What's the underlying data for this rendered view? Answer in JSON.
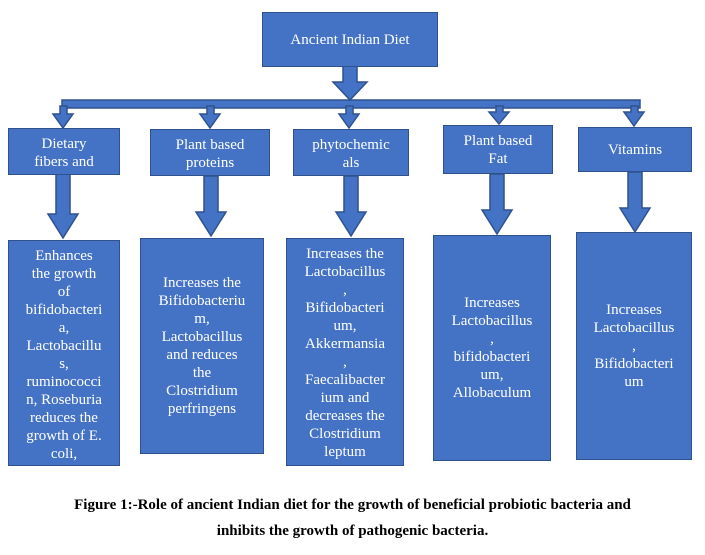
{
  "diagram": {
    "root": {
      "label": "Ancient Indian Diet"
    },
    "categories": [
      {
        "label": "Dietary\nfibers and\n  ...",
        "effect_lines": [
          "Enhances",
          "the growth",
          "of",
          "bifidobacteri",
          "a,",
          "Lactobacillu",
          "s,",
          "ruminococci",
          "n, Roseburia",
          "reduces the",
          "growth of E.",
          "coli,",
          "..."
        ]
      },
      {
        "label": "Plant based\nproteins",
        "effect_lines": [
          "Increases the",
          "Bifidobacteriu",
          "m,",
          "Lactobacillus",
          "and reduces",
          "the",
          "Clostridium",
          "perfringens"
        ]
      },
      {
        "label": "phytochemic\nals",
        "effect_lines": [
          "Increases the",
          "Lactobacillus",
          ",",
          "Bifidobacteri",
          "um,",
          "Akkermansia",
          ",",
          "Faecalibacter",
          "ium and",
          "decreases the",
          "Clostridium",
          "leptum"
        ]
      },
      {
        "label": "Plant based\nFat",
        "effect_lines": [
          "Increases",
          "Lactobacillus",
          ",",
          "bifidobacteri",
          "um,",
          "Allobaculum"
        ]
      },
      {
        "label": "Vitamins",
        "effect_lines": [
          "Increases",
          "Lactobacillus",
          ",",
          "Bifidobacteri",
          "um"
        ]
      }
    ]
  },
  "caption": {
    "line1": "Figure 1:-Role of ancient Indian diet for the growth of beneficial probiotic bacteria and",
    "line2": "inhibits the growth of pathogenic bacteria."
  },
  "colors": {
    "box_fill": "#4472c4",
    "box_border": "#2f528f",
    "text": "#ffffff"
  }
}
